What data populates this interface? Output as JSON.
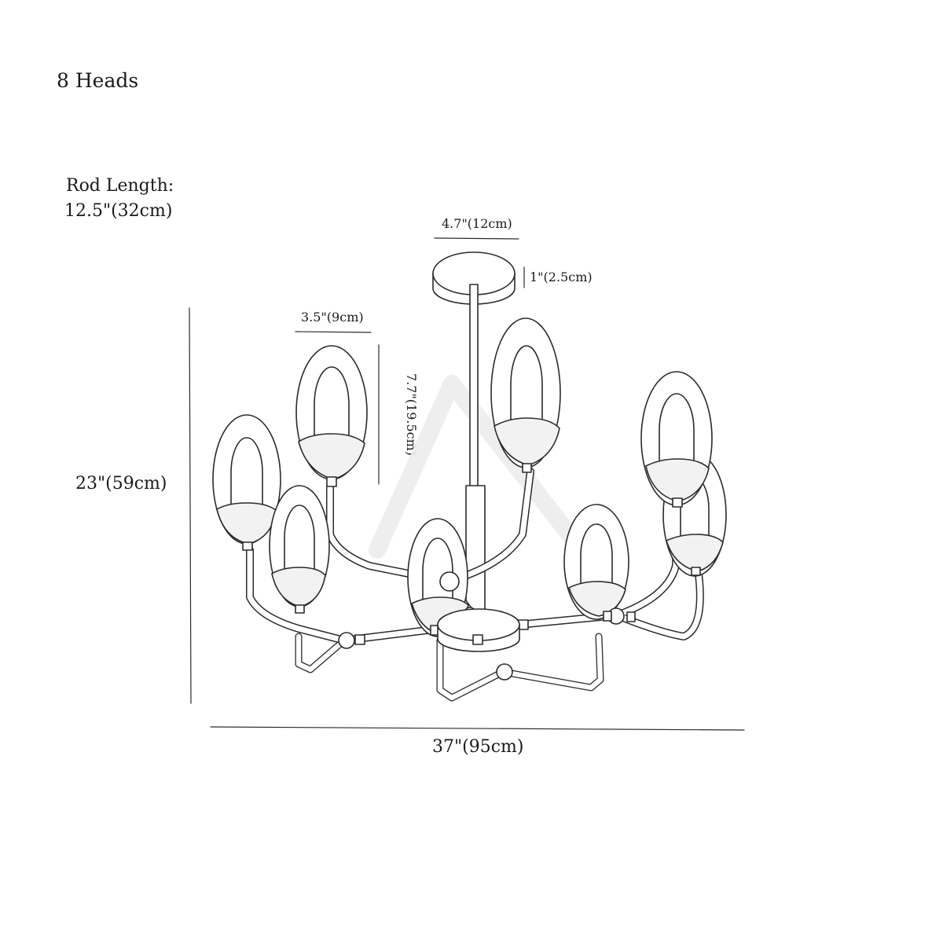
{
  "title": "8 Heads",
  "rod": {
    "label": "Rod Length:",
    "value": "12.5\"(32cm)"
  },
  "dimensions": {
    "total_height": "23\"(59cm)",
    "total_width": "37\"(95cm)",
    "canopy_width": "4.7\"(12cm)",
    "canopy_height": "1\"(2.5cm)",
    "shade_width": "3.5\"(9cm)",
    "shade_height": "7.7\"(19.5cm)"
  },
  "colors": {
    "line": "#2b2b2b",
    "shade_fill": "#ffffff",
    "cup_fill": "#f2f2f2",
    "watermark": "#ececec"
  }
}
